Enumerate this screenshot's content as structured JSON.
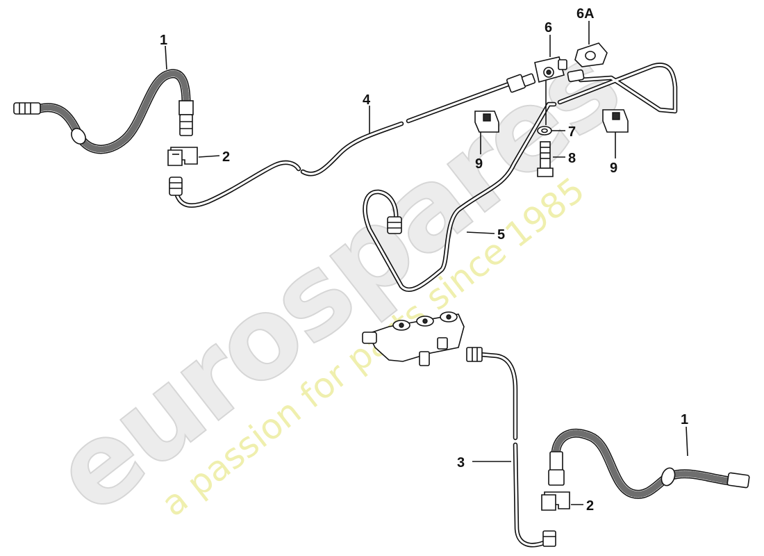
{
  "watermark": {
    "brand": "eurospares",
    "tagline": "a passion for parts since 1985"
  },
  "callouts": {
    "top_left_hose": "1",
    "top_left_clip": "2",
    "bottom_pipe": "3",
    "pipe_4": "4",
    "pipe_5": "5",
    "t_piece": "6",
    "union": "6A",
    "washer": "7",
    "bolt": "8",
    "bracket_left": "9",
    "bracket_right": "9",
    "bottom_right_hose": "1",
    "bottom_right_clip": "2"
  }
}
